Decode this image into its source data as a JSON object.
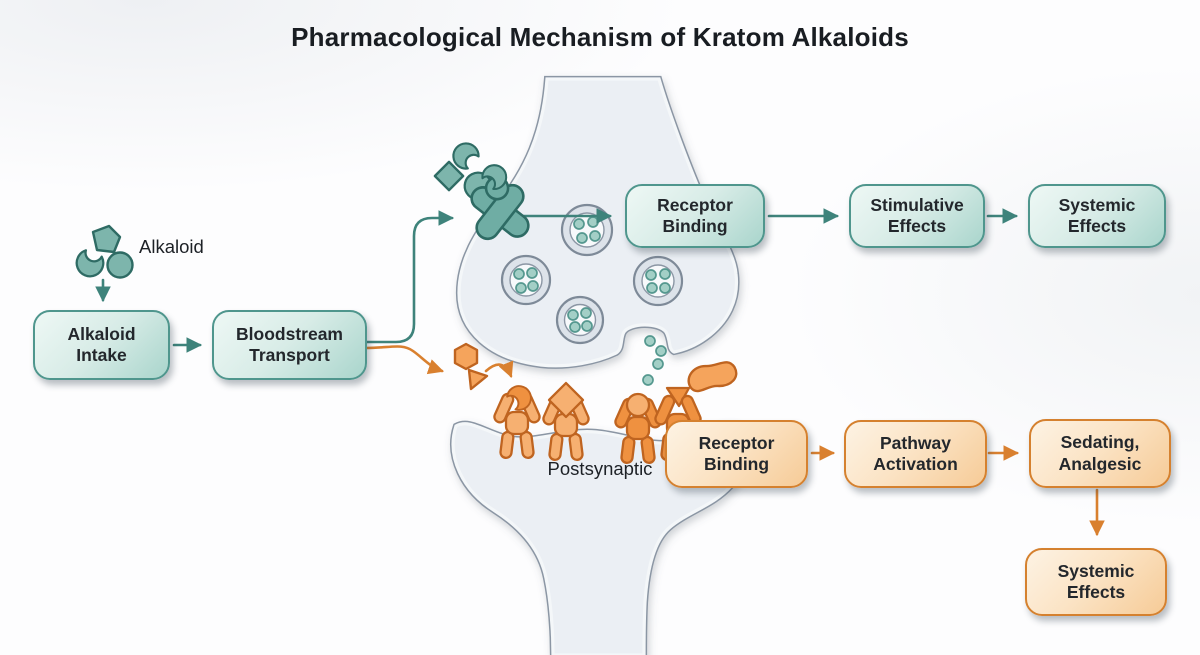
{
  "title": "Pharmacological Mechanism of Kratom Alkaloids",
  "annotations": {
    "alkaloid_label": "Alkaloid",
    "postsynaptic_label": "Postsynaptic"
  },
  "nodes": {
    "alkaloid_intake": "Alkaloid Intake",
    "bloodstream_transport": "Bloodstream Transport",
    "presynaptic_receptor_binding": "Receptor Binding",
    "stimulative_effects": "Stimulative Effects",
    "presynaptic_systemic_effects": "Systemic Effects",
    "postsynaptic_receptor_binding": "Receptor Binding",
    "pathway_activation": "Pathway Activation",
    "sedating_analgesic": "Sedating, Analgesic",
    "postsynaptic_systemic_effects": "Systemic Effects"
  },
  "colors": {
    "teal_accent": "#3e837b",
    "teal_border": "#4f968d",
    "teal_fill_light": "#eef8f5",
    "teal_fill_dark": "#a9d5cc",
    "orange_accent": "#d9802f",
    "orange_border": "#d5812f",
    "orange_fill_light": "#fdf3e4",
    "orange_fill_dark": "#f6cb97",
    "molecule_teal": "#7db5ac",
    "receptor_orange": "#f5a45c",
    "membrane_gray": "#8b96a4",
    "cell_fill": "#ebeff4",
    "text": "#22262b"
  }
}
